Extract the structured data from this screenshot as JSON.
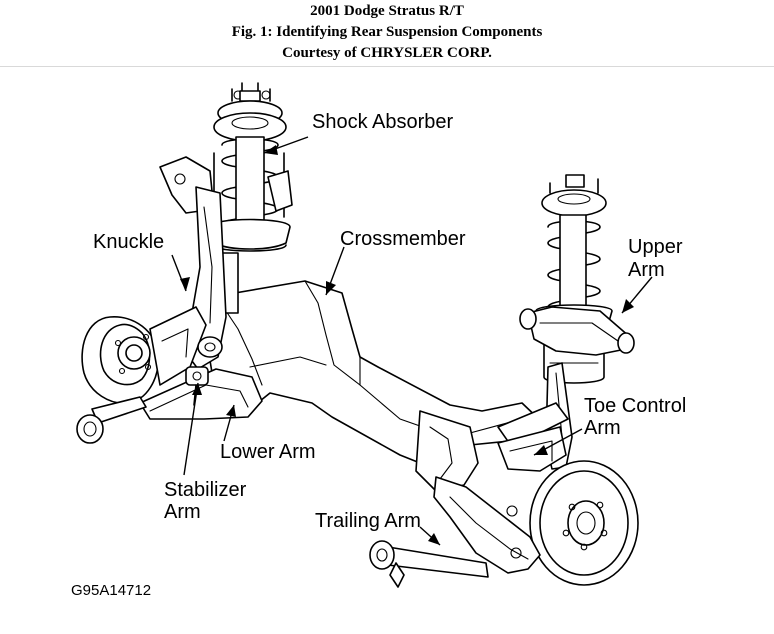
{
  "header": {
    "line1": "2001 Dodge Stratus R/T",
    "line2": "Fig. 1: Identifying Rear Suspension Components",
    "line3": "Courtesy of CHRYSLER CORP."
  },
  "labels": {
    "shock_absorber": "Shock Absorber",
    "knuckle": "Knuckle",
    "crossmember": "Crossmember",
    "upper_arm_1": "Upper",
    "upper_arm_2": "Arm",
    "toe_control_arm_1": "Toe Control",
    "toe_control_arm_2": "Arm",
    "lower_arm": "Lower Arm",
    "stabilizer_arm_1": "Stabilizer",
    "stabilizer_arm_2": "Arm",
    "trailing_arm": "Trailing Arm"
  },
  "figure_code": "G95A14712"
}
